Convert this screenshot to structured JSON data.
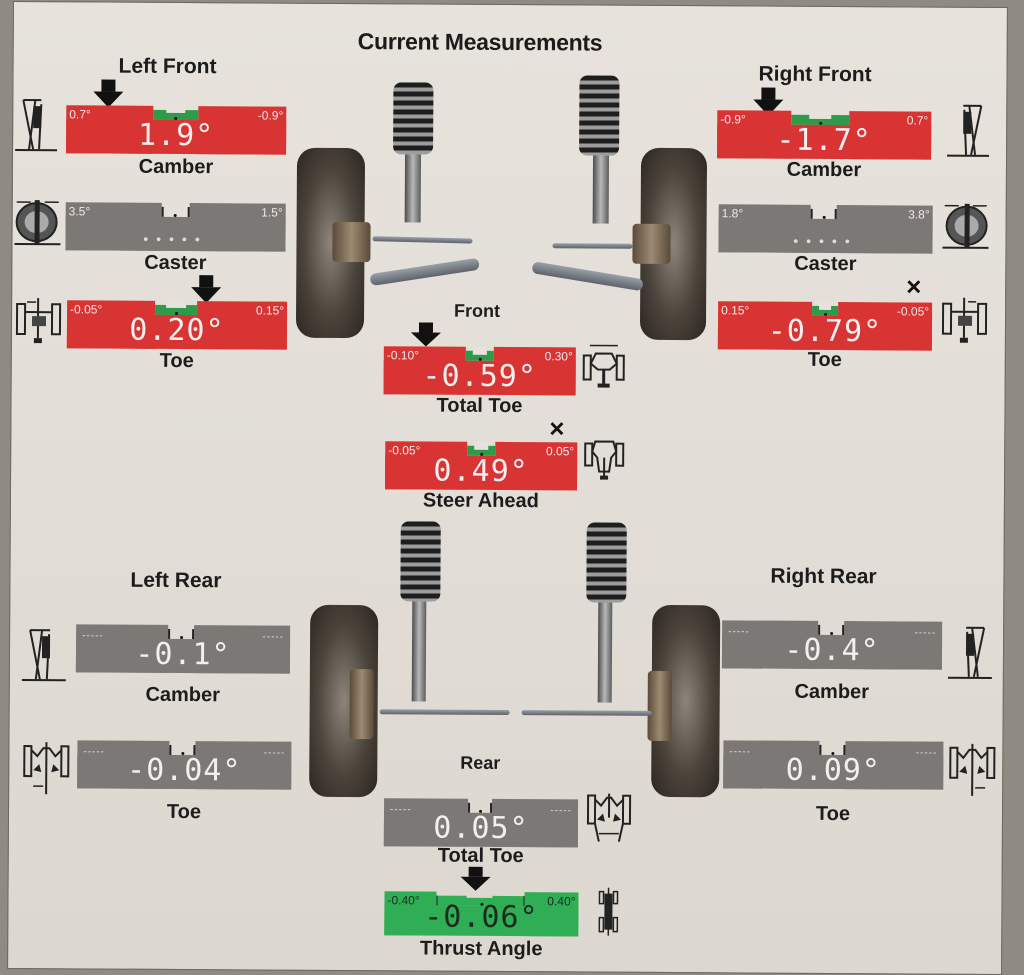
{
  "page": {
    "title": "Current Measurements",
    "front_label": "Front",
    "rear_label": "Rear"
  },
  "colors": {
    "out_of_spec": "#d83434",
    "in_spec": "#2fae55",
    "no_spec": "#7b7875",
    "target_notch": "#2f9a4a"
  },
  "left_front": {
    "title": "Left Front",
    "camber": {
      "label": "Camber",
      "value": "1.9°",
      "min": "0.7°",
      "max": "-0.9°",
      "status": "out_of_spec",
      "icon": "camber-icon"
    },
    "caster": {
      "label": "Caster",
      "value": "",
      "min": "3.5°",
      "max": "1.5°",
      "status": "no_reading",
      "dots": "•••••",
      "icon": "caster-icon"
    },
    "toe": {
      "label": "Toe",
      "value": "0.20°",
      "min": "-0.05°",
      "max": "0.15°",
      "status": "out_of_spec",
      "icon": "toe-icon"
    }
  },
  "right_front": {
    "title": "Right Front",
    "camber": {
      "label": "Camber",
      "value": "-1.7°",
      "min": "-0.9°",
      "max": "0.7°",
      "status": "out_of_spec",
      "icon": "camber-icon"
    },
    "caster": {
      "label": "Caster",
      "value": "",
      "min": "1.8°",
      "max": "3.8°",
      "status": "no_reading",
      "dots": "•••••",
      "icon": "caster-icon"
    },
    "toe": {
      "label": "Toe",
      "value": "-0.79°",
      "min": "0.15°",
      "max": "-0.05°",
      "status": "out_of_spec",
      "marker": "×",
      "icon": "toe-icon"
    }
  },
  "front_axle": {
    "total_toe": {
      "label": "Total Toe",
      "value": "-0.59°",
      "min": "-0.10°",
      "max": "0.30°",
      "status": "out_of_spec",
      "icon": "total-toe-icon"
    },
    "steer_ahead": {
      "label": "Steer Ahead",
      "value": "0.49°",
      "min": "-0.05°",
      "max": "0.05°",
      "status": "out_of_spec",
      "marker": "×",
      "icon": "steer-ahead-icon"
    }
  },
  "left_rear": {
    "title": "Left Rear",
    "camber": {
      "label": "Camber",
      "value": "-0.1°",
      "min": "-----",
      "max": "-----",
      "status": "no_spec",
      "icon": "camber-icon"
    },
    "toe": {
      "label": "Toe",
      "value": "-0.04°",
      "min": "-----",
      "max": "-----",
      "status": "no_spec",
      "icon": "toe-icon"
    }
  },
  "right_rear": {
    "title": "Right Rear",
    "camber": {
      "label": "Camber",
      "value": "-0.4°",
      "min": "-----",
      "max": "-----",
      "status": "no_spec",
      "icon": "camber-icon"
    },
    "toe": {
      "label": "Toe",
      "value": "0.09°",
      "min": "-----",
      "max": "-----",
      "status": "no_spec",
      "icon": "toe-icon"
    }
  },
  "rear_axle": {
    "total_toe": {
      "label": "Total Toe",
      "value": "0.05°",
      "min": "-----",
      "max": "-----",
      "status": "no_spec",
      "icon": "total-toe-icon"
    },
    "thrust_angle": {
      "label": "Thrust Angle",
      "value": "-0.06°",
      "min": "-0.40°",
      "max": "0.40°",
      "status": "in_spec",
      "icon": "thrust-angle-icon"
    }
  }
}
